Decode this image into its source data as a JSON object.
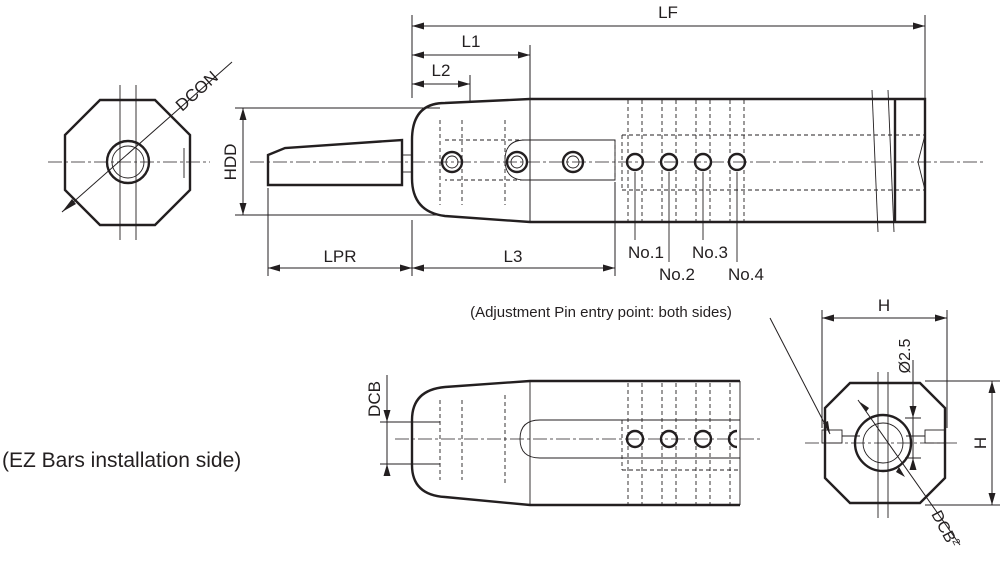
{
  "labels": {
    "lf": "LF",
    "l1": "L1",
    "l2": "L2",
    "dcon": "DCON",
    "hdd": "HDD",
    "lpr": "LPR",
    "l3": "L3",
    "no1": "No.1",
    "no2": "No.2",
    "no3": "No.3",
    "no4": "No.4",
    "adjustment_note": "(Adjustment Pin entry point: both sides)",
    "h_top": "H",
    "h_side": "H",
    "dia25": "Ø2.5",
    "dcb_left": "DCB",
    "dcb2": "DCB",
    "dcb2_sup": "2",
    "ez_side": "(EZ Bars installation side)"
  }
}
